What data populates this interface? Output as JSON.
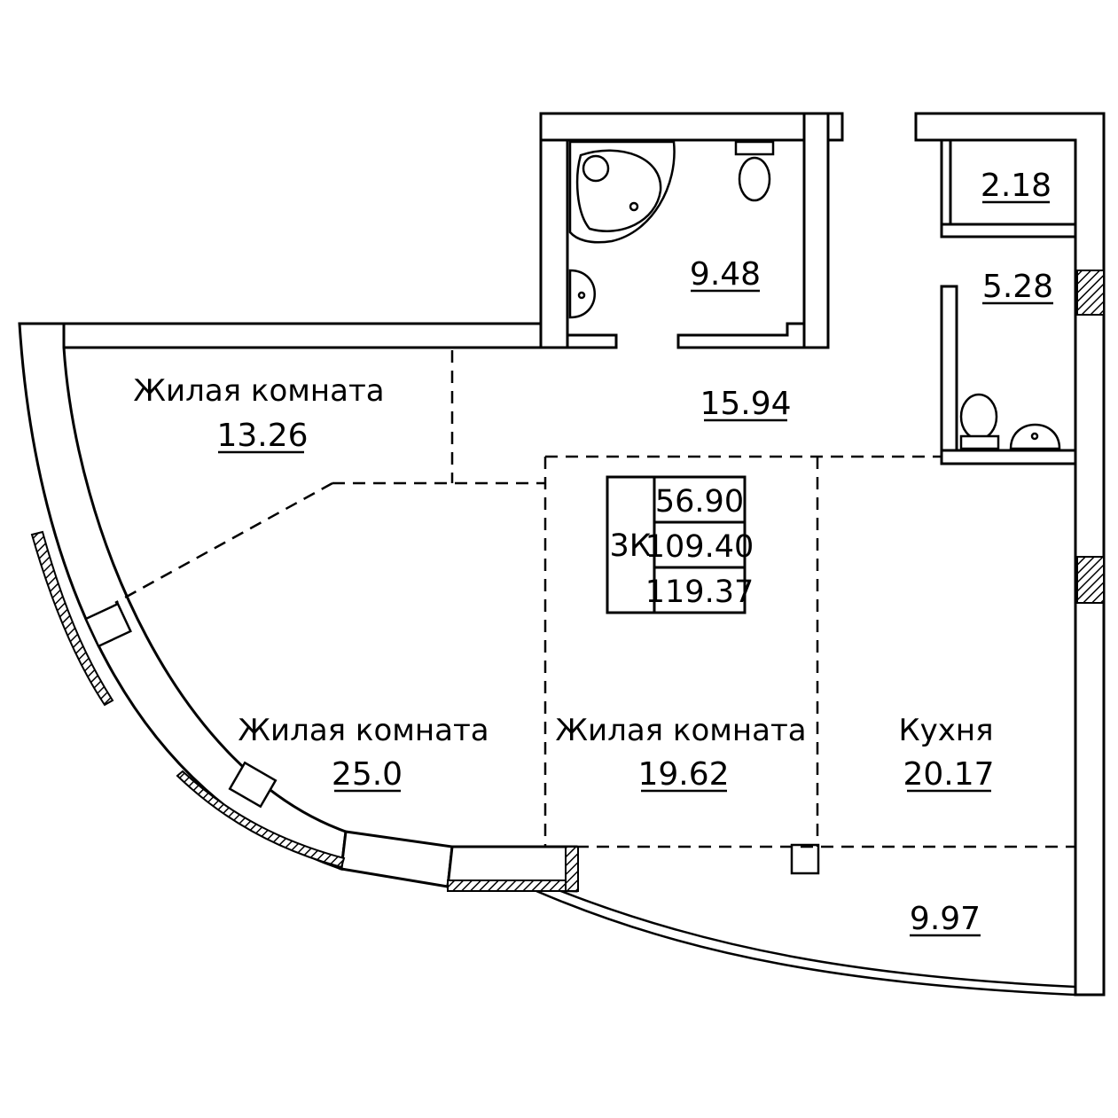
{
  "rooms": {
    "living_small": {
      "name": "Жилая комната",
      "area": "13.26"
    },
    "living_big": {
      "name": "Жилая комната",
      "area": "25.0"
    },
    "living_mid": {
      "name": "Жилая комната",
      "area": "19.62"
    },
    "kitchen": {
      "name": "Кухня",
      "area": "20.17"
    },
    "hall": {
      "area": "15.94"
    },
    "bathroom": {
      "area": "9.48"
    },
    "storage": {
      "area": "2.18"
    },
    "wc": {
      "area": "5.28"
    },
    "balcony": {
      "area": "9.97"
    }
  },
  "summary": {
    "type": "3К",
    "living_area": "56.90",
    "total_area": "109.40",
    "total_with_balcony": "119.37"
  }
}
